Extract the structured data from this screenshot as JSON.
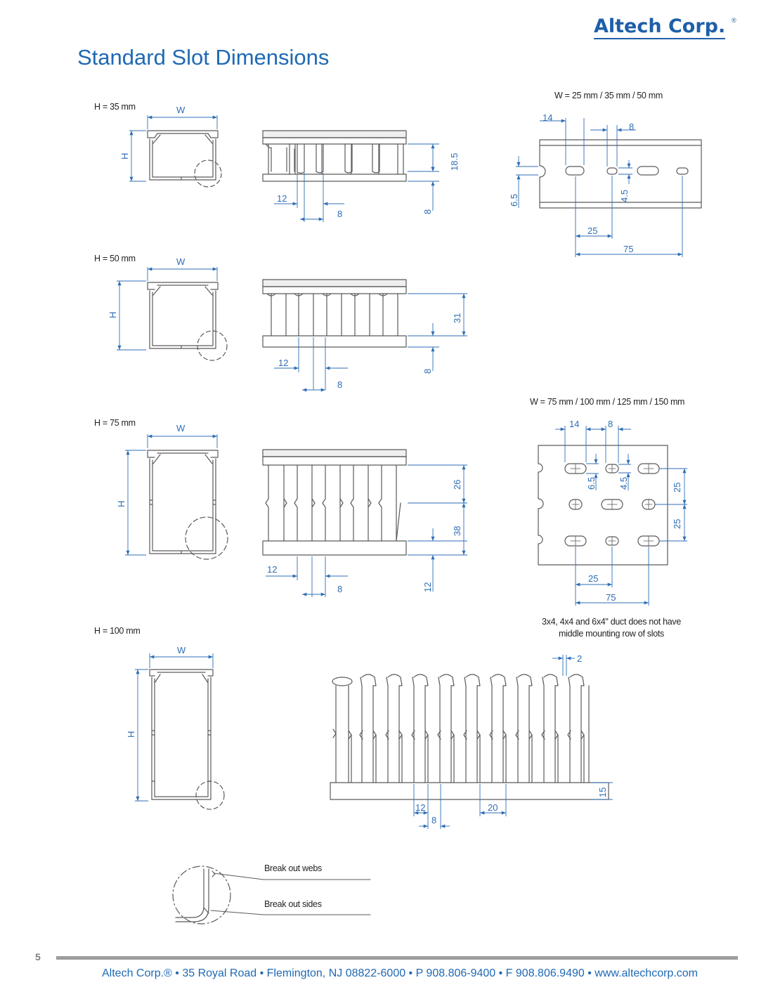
{
  "brand": {
    "name": "Altech Corp.",
    "registered": "®"
  },
  "title": "Standard Slot Dimensions",
  "sections": {
    "h35": {
      "label": "H = 35 mm",
      "w": "W",
      "h": "H",
      "dims": [
        "18.5",
        "8",
        "12",
        "8"
      ]
    },
    "h50": {
      "label": "H = 50 mm",
      "w": "W",
      "h": "H",
      "dims": [
        "31",
        "8",
        "12",
        "8"
      ]
    },
    "h75": {
      "label": "H = 75 mm",
      "w": "W",
      "h": "H",
      "dims": [
        "26",
        "38",
        "12",
        "12",
        "8"
      ]
    },
    "h100": {
      "label": "H = 100 mm",
      "w": "W",
      "h": "H",
      "dims": [
        "2",
        "15",
        "12",
        "20",
        "8"
      ]
    }
  },
  "base_small": {
    "label": "W = 25 mm / 35 mm / 50 mm",
    "dims": [
      "14",
      "8",
      "6.5",
      "4.5",
      "25",
      "75"
    ]
  },
  "base_large": {
    "label": "W = 75 mm / 100 mm / 125 mm / 150 mm",
    "dims": [
      "14",
      "8",
      "6.5",
      "4.5",
      "25",
      "25",
      "25",
      "75"
    ],
    "note_line1": "3x4, 4x4 and 6x4\" duct does not have",
    "note_line2": "middle mounting row of slots"
  },
  "breakout": {
    "webs": "Break out webs",
    "sides": "Break out sides"
  },
  "footer": {
    "page_number": "5",
    "contact": "Altech Corp.® • 35 Royal Road • Flemington, NJ 08822-6000 • P 908.806-9400 • F 908.806.9490 • www.altechcorp.com"
  },
  "colors": {
    "accent": "#1f69b4",
    "line": "#5a5a5a",
    "dimension": "#2f6eb5",
    "fill": "#efefef"
  }
}
